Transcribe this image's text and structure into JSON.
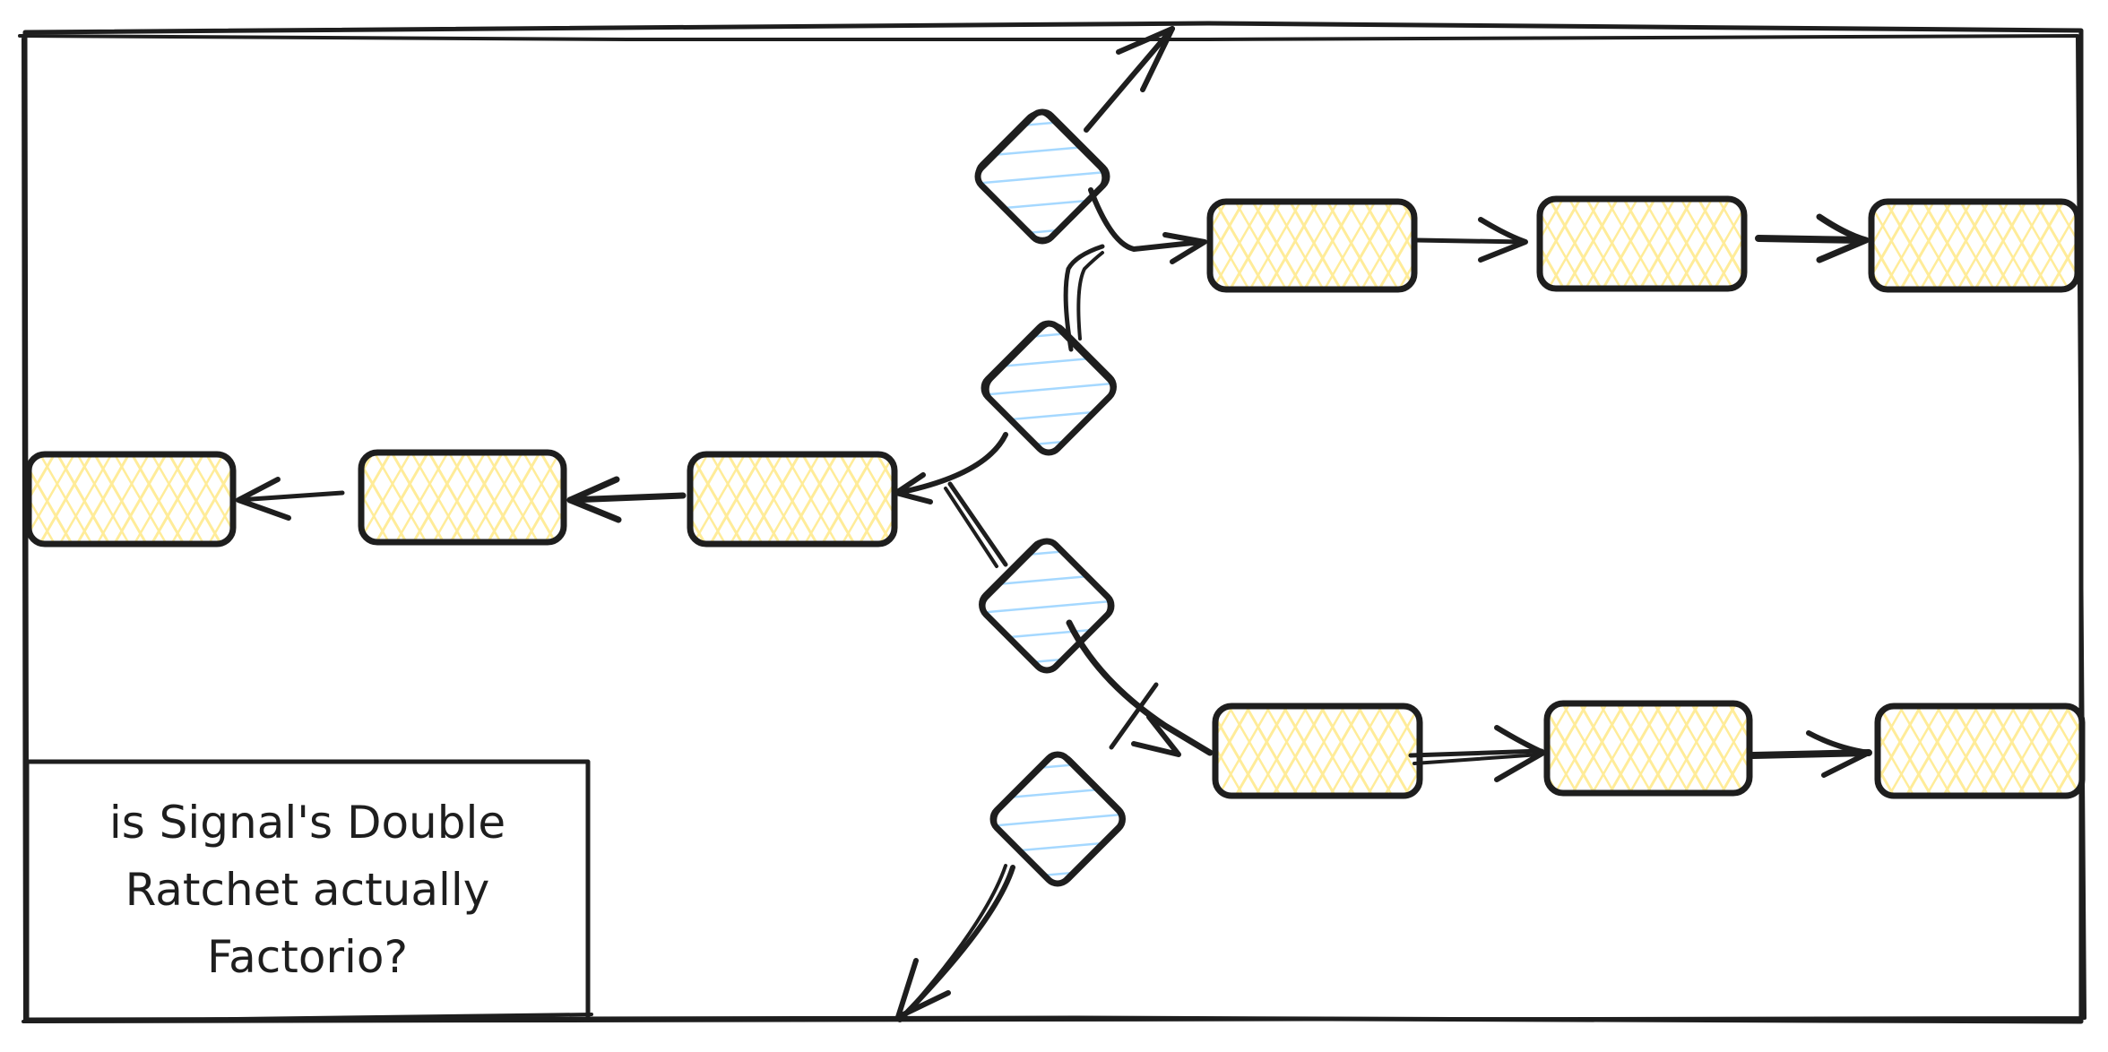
{
  "colors": {
    "stroke": "#1e1e1e",
    "diamond_fill": "#a5d8ff",
    "box_fill": "#ffec99",
    "background": "#ffffff"
  },
  "caption": {
    "lines": [
      "is Signal's Double",
      "Ratchet actually",
      "Factorio?"
    ]
  },
  "diagram": {
    "style": "hand-drawn sketch",
    "diamonds": [
      {
        "id": "diamond-1",
        "fill": "blue-hachure"
      },
      {
        "id": "diamond-2",
        "fill": "blue-hachure"
      },
      {
        "id": "diamond-3",
        "fill": "blue-hachure"
      },
      {
        "id": "diamond-4",
        "fill": "blue-hachure"
      }
    ],
    "chains": [
      {
        "id": "top-right-chain",
        "direction": "right",
        "boxes": 3
      },
      {
        "id": "left-chain",
        "direction": "left",
        "boxes": 3
      },
      {
        "id": "bottom-right-chain",
        "direction": "right",
        "boxes": 3
      }
    ]
  }
}
